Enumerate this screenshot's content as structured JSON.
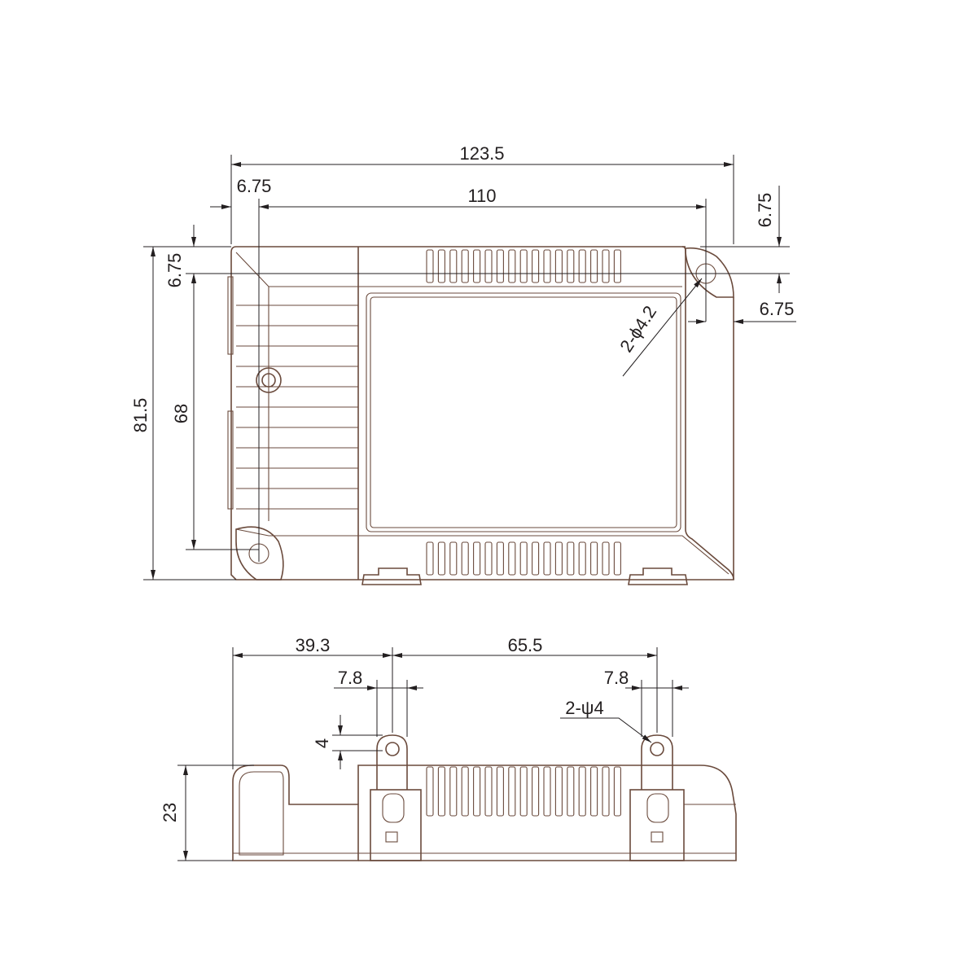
{
  "top_view": {
    "dims": {
      "overall_width": "123.5",
      "hole_pitch": "110",
      "left_offset": "6.75",
      "top_right_offset": "6.75",
      "side_right_offset": "6.75",
      "top_left_offset": "6.75",
      "overall_height": "81.5",
      "inner_height": "68"
    },
    "hole_callout": "2-ϕ4.2"
  },
  "side_view": {
    "dims": {
      "left_distance": "39.3",
      "lug_pitch": "65.5",
      "lug_width_left": "7.8",
      "lug_width_right": "7.8",
      "lug_hole_height": "4",
      "body_height": "23"
    },
    "hole_callout": "2-ψ4"
  },
  "colors": {
    "outline": "#6a4a3c",
    "dimension": "#231f20"
  }
}
